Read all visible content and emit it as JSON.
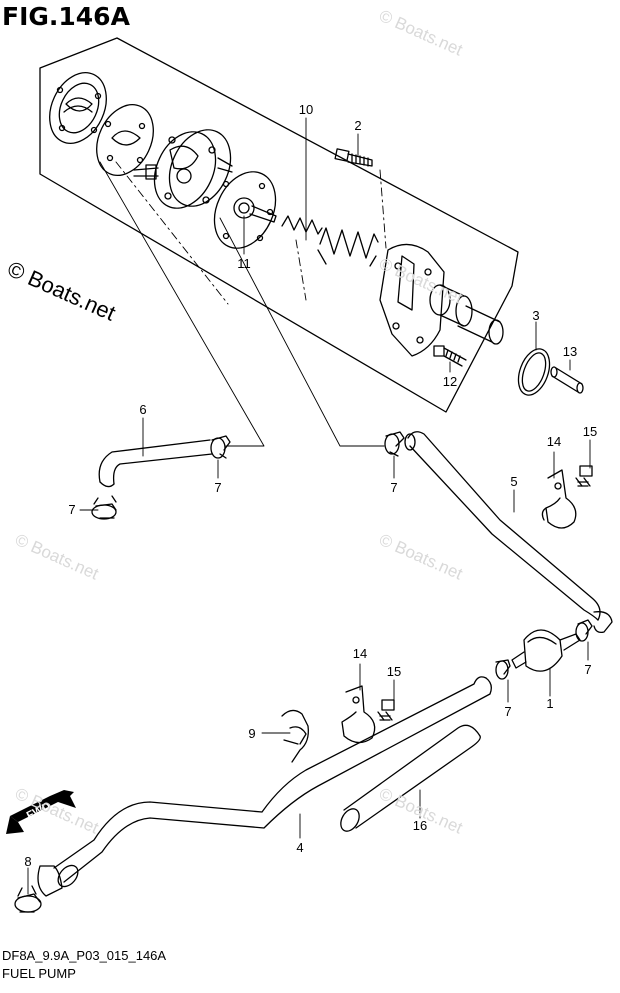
{
  "figure": {
    "title": "FIG.146A"
  },
  "footer": {
    "code": "DF8A_9.9A_P03_015_146A",
    "name": "FUEL PUMP"
  },
  "watermark": {
    "text": "© Boats.net"
  },
  "direction": {
    "label": "FWD"
  },
  "callouts": [
    "10",
    "2",
    "11",
    "3",
    "13",
    "12",
    "6",
    "7",
    "7",
    "7",
    "14",
    "15",
    "5",
    "7",
    "14",
    "15",
    "7",
    "1",
    "9",
    "16",
    "4",
    "8"
  ]
}
